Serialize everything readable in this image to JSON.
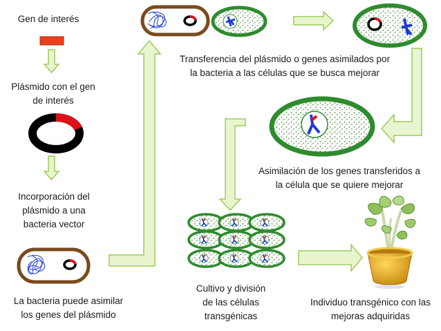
{
  "labels": {
    "gene_of_interest": "Gen de interés",
    "plasmid_with_gene_1": "Plásmido con el gen",
    "plasmid_with_gene_2": "de interés",
    "incorporation_1": "Incorporación del",
    "incorporation_2": "plásmido a una",
    "incorporation_3": "bacteria vector",
    "bacteria_assimilate_1": "La bacteria puede asimilar",
    "bacteria_assimilate_2": "los genes del plásmido",
    "transfer_1": "Transferencia del plásmido o genes asimilados por",
    "transfer_2": "la bacteria a las células que se busca mejorar",
    "assimilation_1": "Asimilación de los genes transferidos  a",
    "assimilation_2": "la célula que se quiere mejorar",
    "culture_1": "Cultivo y división",
    "culture_2": "de las células",
    "culture_3": "transgénicas",
    "individual_1": "Individuo transgénico con las",
    "individual_2": "mejoras adquiridas"
  },
  "colors": {
    "gene": "#e8401c",
    "plasmid_ring": "#000000",
    "plasmid_insert": "#e0101a",
    "bacteria_wall": "#7a4a1c",
    "cell_wall": "#2e8b2e",
    "cell_texture": "#4a8a3a",
    "chromosome": "#1d3bd6",
    "arrow_fill": "#e9f5cf",
    "arrow_stroke": "#9ccb5a",
    "pot": "#e6b020",
    "leaf": "#8fbf5a"
  },
  "icons": {
    "gene": "gene-segment-icon",
    "plasmid": "plasmid-ring-icon",
    "bacteria": "bacteria-vector-icon",
    "plant_cell": "plant-cell-icon",
    "cell_culture": "cell-culture-icon",
    "plant": "transgenic-plant-icon"
  }
}
